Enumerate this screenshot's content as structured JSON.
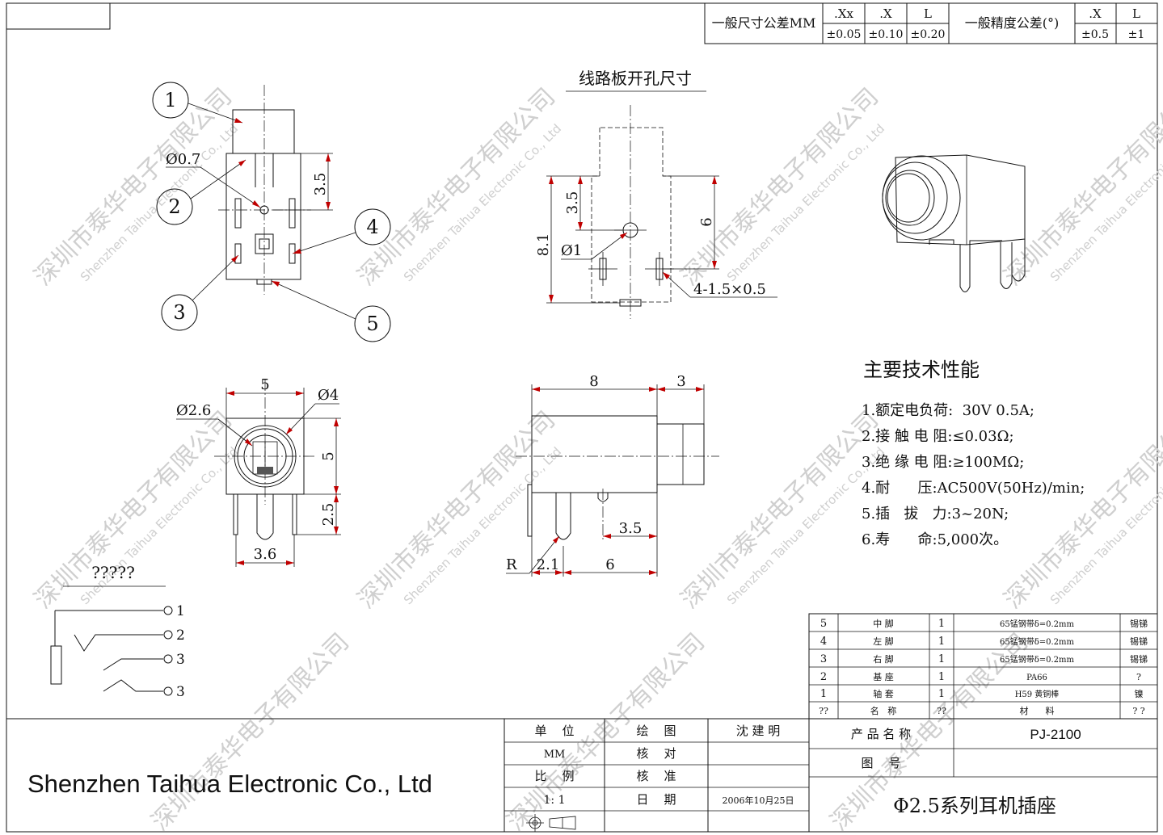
{
  "tolerance_table": {
    "dim_label": "一般尺寸公差MM",
    "dim_headers": [
      ".Xx",
      ".X",
      "L"
    ],
    "dim_values": [
      "±0.05",
      "±0.10",
      "±0.20"
    ],
    "angle_label": "一般精度公差(°)",
    "angle_headers": [
      ".X",
      "L"
    ],
    "angle_values": [
      "±0.5",
      "±1"
    ]
  },
  "front_view": {
    "callouts": [
      "1",
      "2",
      "3",
      "4",
      "5"
    ],
    "hole_dia": "Ø0.7",
    "dim_3_5": "3.5"
  },
  "pcb_layout": {
    "title": "线路板开孔尺寸",
    "dim_8_1": "8.1",
    "dim_3_5": "3.5",
    "dim_6": "6",
    "hole_dia": "Ø1",
    "slots": "4-1.5×0.5"
  },
  "end_view": {
    "dim_5_top": "5",
    "dia_4": "Ø4",
    "dia_2_6": "Ø2.6",
    "dim_5_side": "5",
    "dim_2_5": "2.5",
    "dim_3_6": "3.6"
  },
  "side_view": {
    "dim_8": "8",
    "dim_3": "3",
    "dim_3_5": "3.5",
    "r_label": "R",
    "dim_2_1": "2.1",
    "dim_6": "6"
  },
  "schematic": {
    "title": "?????",
    "pins": [
      "1",
      "2",
      "3",
      "3"
    ]
  },
  "specs": {
    "title": "主要技术性能",
    "items": [
      "1.额定电负荷:  30V 0.5A;",
      "2.接 触 电 阻:≤0.03Ω;",
      "3.绝 缘 电 阻:≥100MΩ;",
      "4.耐      压:AC500V(50Hz)/min;",
      "5.插   拔   力:3~20N;",
      "6.寿      命:5,000次。"
    ]
  },
  "bom": {
    "rows": [
      [
        "5",
        "中 脚",
        "1",
        "65锰钢带δ=0.2mm",
        "锡锑"
      ],
      [
        "4",
        "左 脚",
        "1",
        "65锰钢带δ=0.2mm",
        "锡锑"
      ],
      [
        "3",
        "右 脚",
        "1",
        "65锰钢带δ=0.2mm",
        "锡锑"
      ],
      [
        "2",
        "基 座",
        "1",
        "PA66",
        "?"
      ],
      [
        "1",
        "轴 套",
        "1",
        "H59 黄铜棒",
        "镍"
      ]
    ],
    "header": [
      "??",
      "名   称",
      "??",
      "材      料",
      "? ?"
    ]
  },
  "title_block": {
    "company": "Shenzhen Taihua Electronic Co., Ltd",
    "unit_label": "单    位",
    "unit_value": "MM",
    "scale_label": "比    例",
    "scale_value": "1: 1",
    "draw_label": "绘    图",
    "draw_value": "沈 建 明",
    "check_label": "核    对",
    "approve_label": "核    准",
    "date_label": "日    期",
    "date_value": "2006年10月25日",
    "product_name_label": "产 品 名 称",
    "product_name_value": "PJ-2100",
    "drawing_no_label": "图    号",
    "series_title": "Φ2.5系列耳机插座"
  },
  "watermark": {
    "cn": "深圳市泰华电子有限公司",
    "en": "Shenzhen Taihua Electronic Co., Ltd"
  }
}
